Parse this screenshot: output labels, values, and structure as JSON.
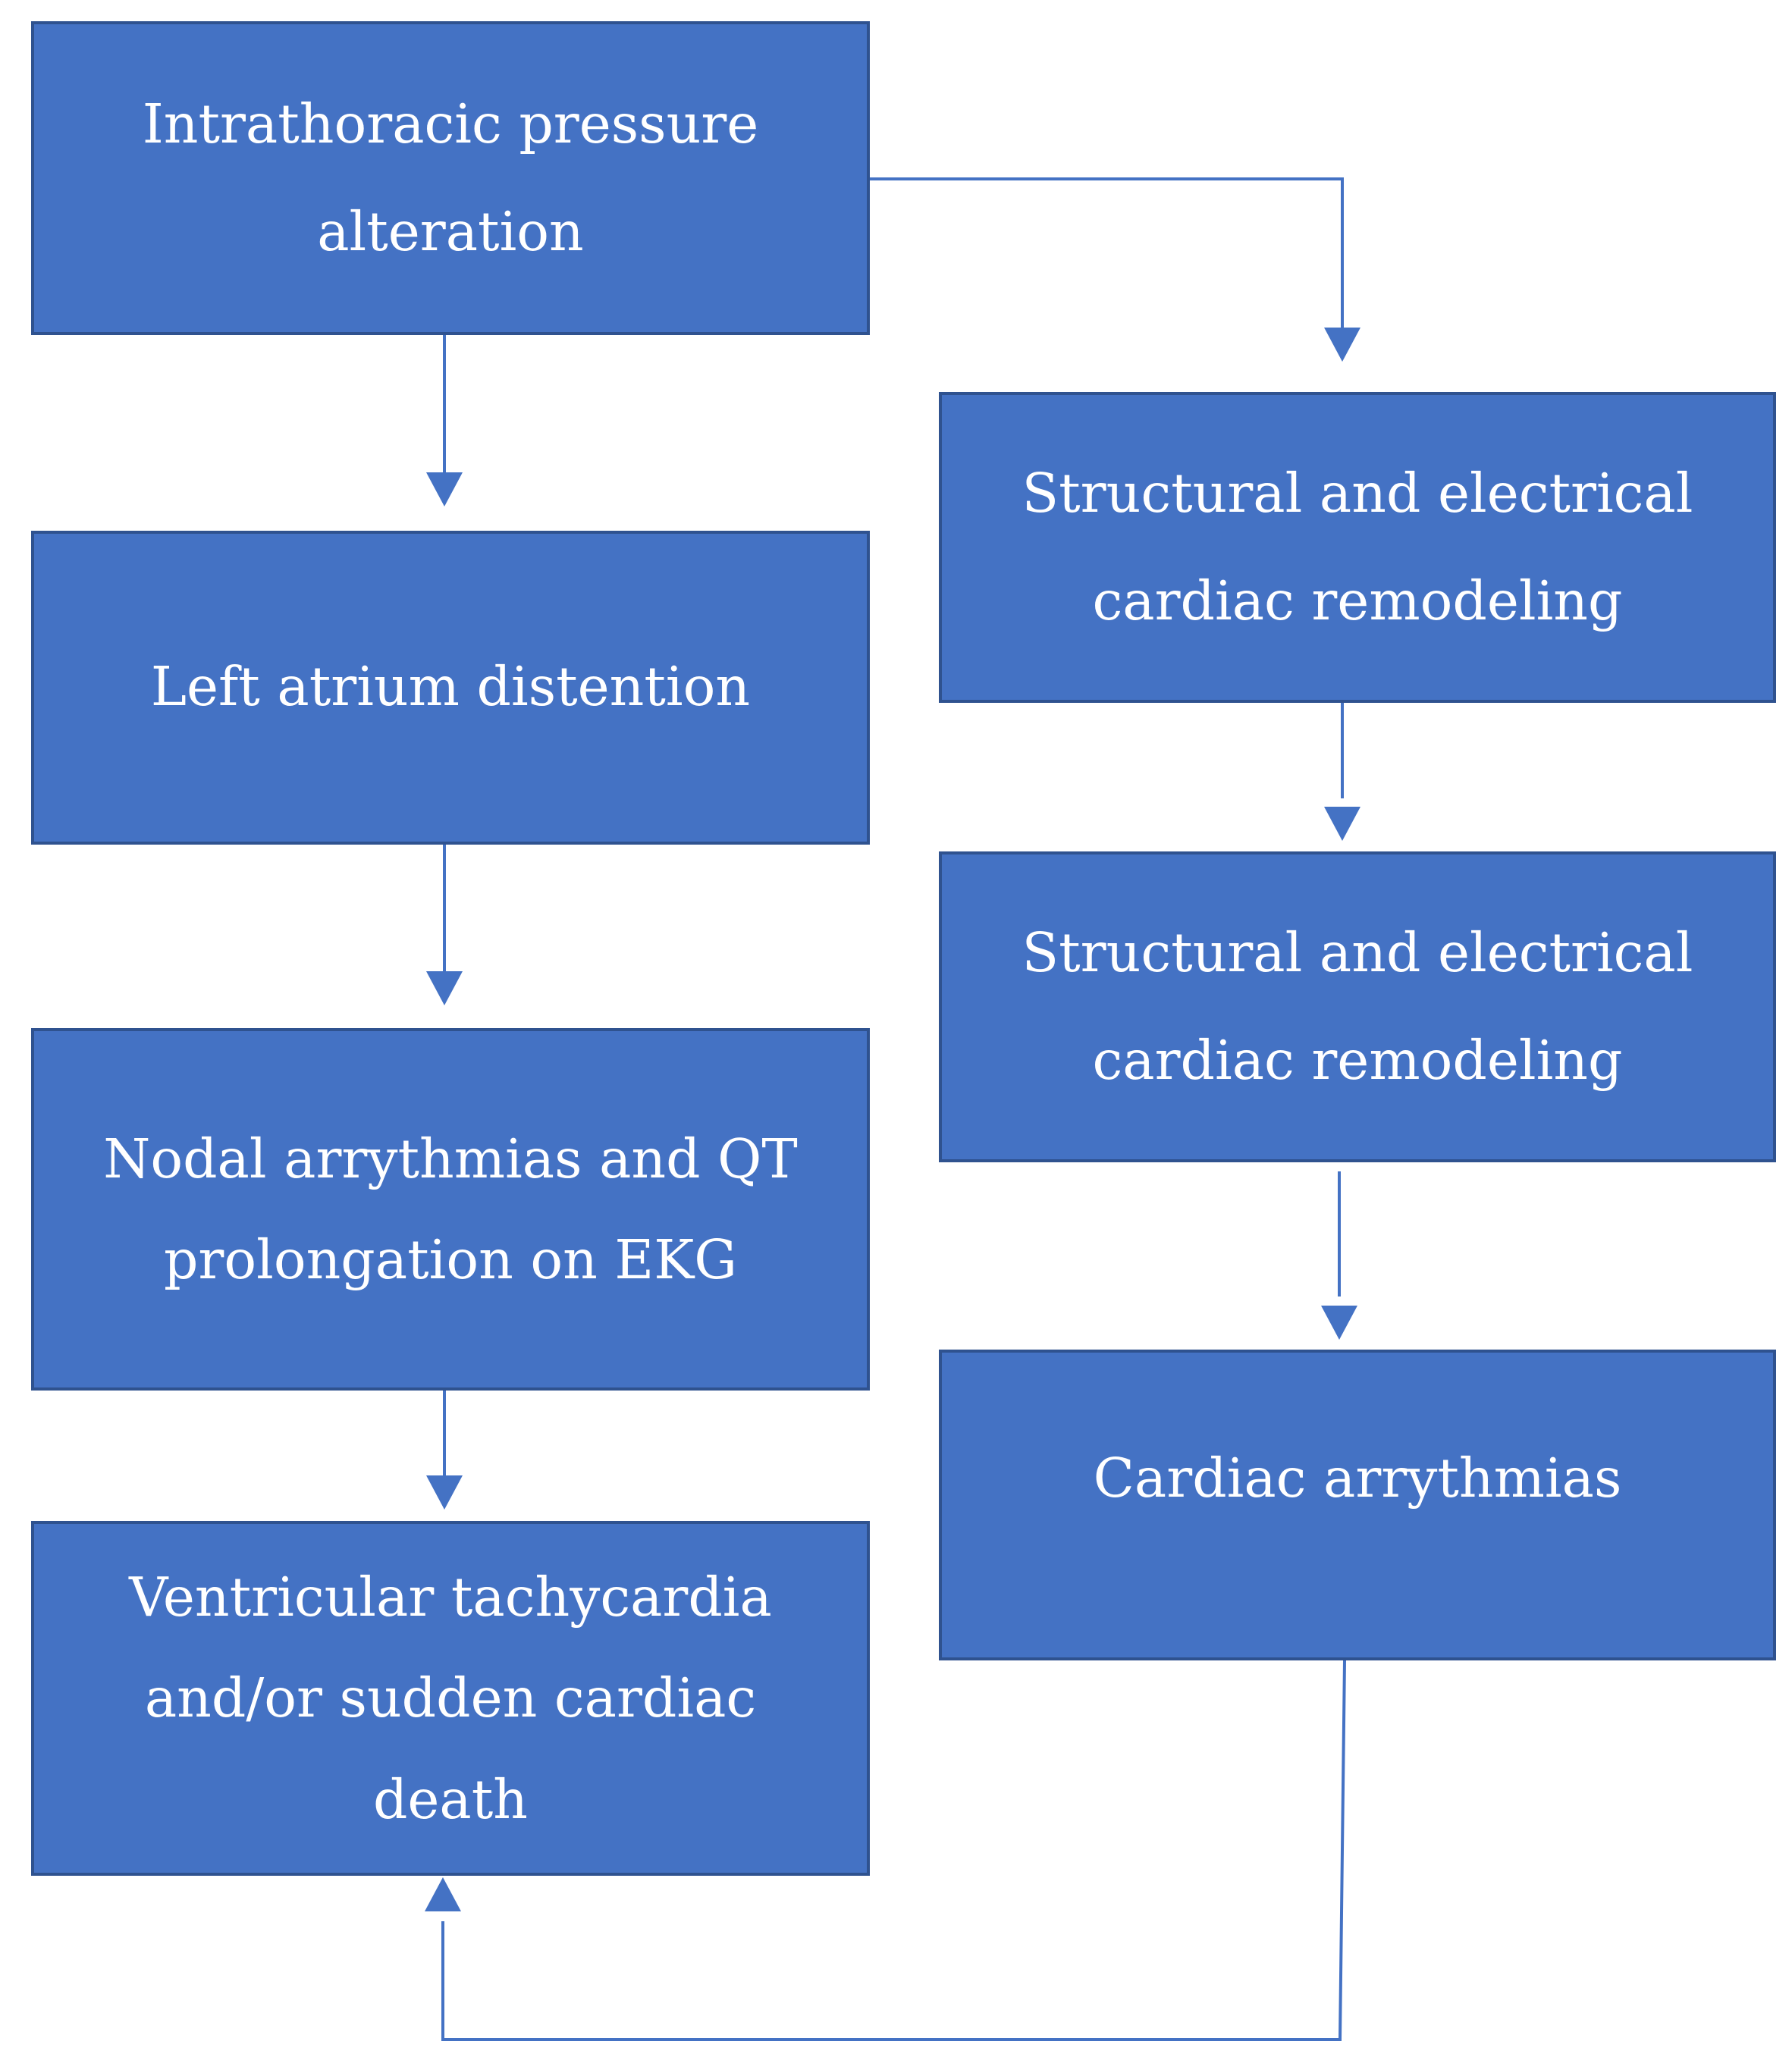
{
  "colors": {
    "box_fill": "#4472C4",
    "box_border": "#2F528F",
    "connector": "#4472C4",
    "text": "#FFFFFF",
    "background": "#FFFFFF"
  },
  "nodes": {
    "intrathoracic": {
      "label": "Intrathoracic pressure alteration"
    },
    "left_atrium": {
      "label": "Left atrium distention"
    },
    "nodal": {
      "label": "Nodal arrythmias and QT prolongation on EKG"
    },
    "ventricular": {
      "label": "Ventricular tachycardia and/or sudden cardiac death"
    },
    "remodeling_1": {
      "label": "Structural and electrical cardiac remodeling"
    },
    "remodeling_2": {
      "label": "Structural and electrical cardiac remodeling"
    },
    "cardiac_arrythmias": {
      "label": "Cardiac arrythmias"
    }
  },
  "edges": [
    {
      "from": "intrathoracic",
      "to": "left_atrium"
    },
    {
      "from": "left_atrium",
      "to": "nodal"
    },
    {
      "from": "nodal",
      "to": "ventricular"
    },
    {
      "from": "intrathoracic",
      "to": "remodeling_1"
    },
    {
      "from": "remodeling_1",
      "to": "remodeling_2"
    },
    {
      "from": "remodeling_2",
      "to": "cardiac_arrythmias"
    },
    {
      "from": "cardiac_arrythmias",
      "to": "ventricular"
    }
  ]
}
